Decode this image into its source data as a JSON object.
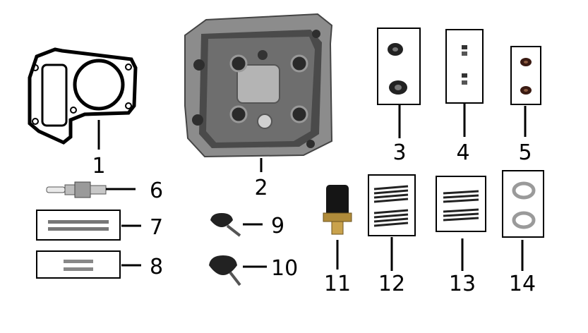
{
  "diagram": {
    "parts": [
      {
        "id": "1",
        "label": "1"
      },
      {
        "id": "2",
        "label": "2"
      },
      {
        "id": "3",
        "label": "3"
      },
      {
        "id": "4",
        "label": "4"
      },
      {
        "id": "5",
        "label": "5"
      },
      {
        "id": "6",
        "label": "6"
      },
      {
        "id": "7",
        "label": "7"
      },
      {
        "id": "8",
        "label": "8"
      },
      {
        "id": "9",
        "label": "9"
      },
      {
        "id": "10",
        "label": "10"
      },
      {
        "id": "11",
        "label": "11"
      },
      {
        "id": "12",
        "label": "12"
      },
      {
        "id": "13",
        "label": "13"
      },
      {
        "id": "14",
        "label": "14"
      }
    ]
  }
}
